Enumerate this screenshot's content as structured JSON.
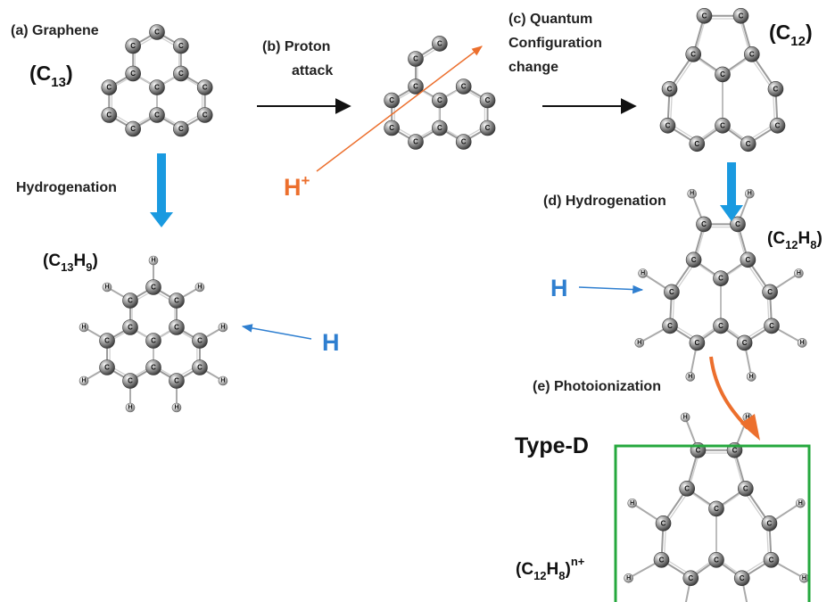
{
  "labels": {
    "graphene": "(a) Graphene",
    "proton_attack_1": "(b) Proton",
    "proton_attack_2": "attack",
    "quantum_1": "(c) Quantum",
    "quantum_2": "Configuration",
    "quantum_3": "change",
    "hydrogenation_left": "Hydrogenation",
    "hydrogenation_d": "(d) Hydrogenation",
    "photoionization": "(e) Photoionization",
    "type_d": "Type-D"
  },
  "formulas": {
    "c13": {
      "open": "(C",
      "sub": "13",
      "close": ")"
    },
    "c12": {
      "open": "(C",
      "sub": "12",
      "close": ")"
    },
    "c13h9": {
      "open": "(C",
      "sub1": "13",
      "mid": "H",
      "sub2": "9",
      "close": ")"
    },
    "c12h8": {
      "open": "(C",
      "sub1": "12",
      "mid": "H",
      "sub2": "8",
      "close": ")"
    },
    "c12h8_ion": {
      "open": "(C",
      "sub1": "12",
      "mid": "H",
      "sub2": "8",
      "close": ")",
      "sup": "n+"
    }
  },
  "reagents": {
    "proton": {
      "base": "H",
      "sup": "+"
    },
    "hydrogen_left": "H",
    "hydrogen_right": "H"
  },
  "atoms": {
    "carbon": "C",
    "hydrogen": "H"
  },
  "colors": {
    "hydrogen_arrow": "#2f7fd0",
    "proton_arrow": "#ec6f2d",
    "block_arrow": "#1a9ae0",
    "photo_arrow": "#ec6f2d",
    "reaction_arrow": "#111111",
    "box_border": "#25a83e",
    "carbon": "#6b6b6b",
    "hydrogen": "#b5b5b5"
  }
}
